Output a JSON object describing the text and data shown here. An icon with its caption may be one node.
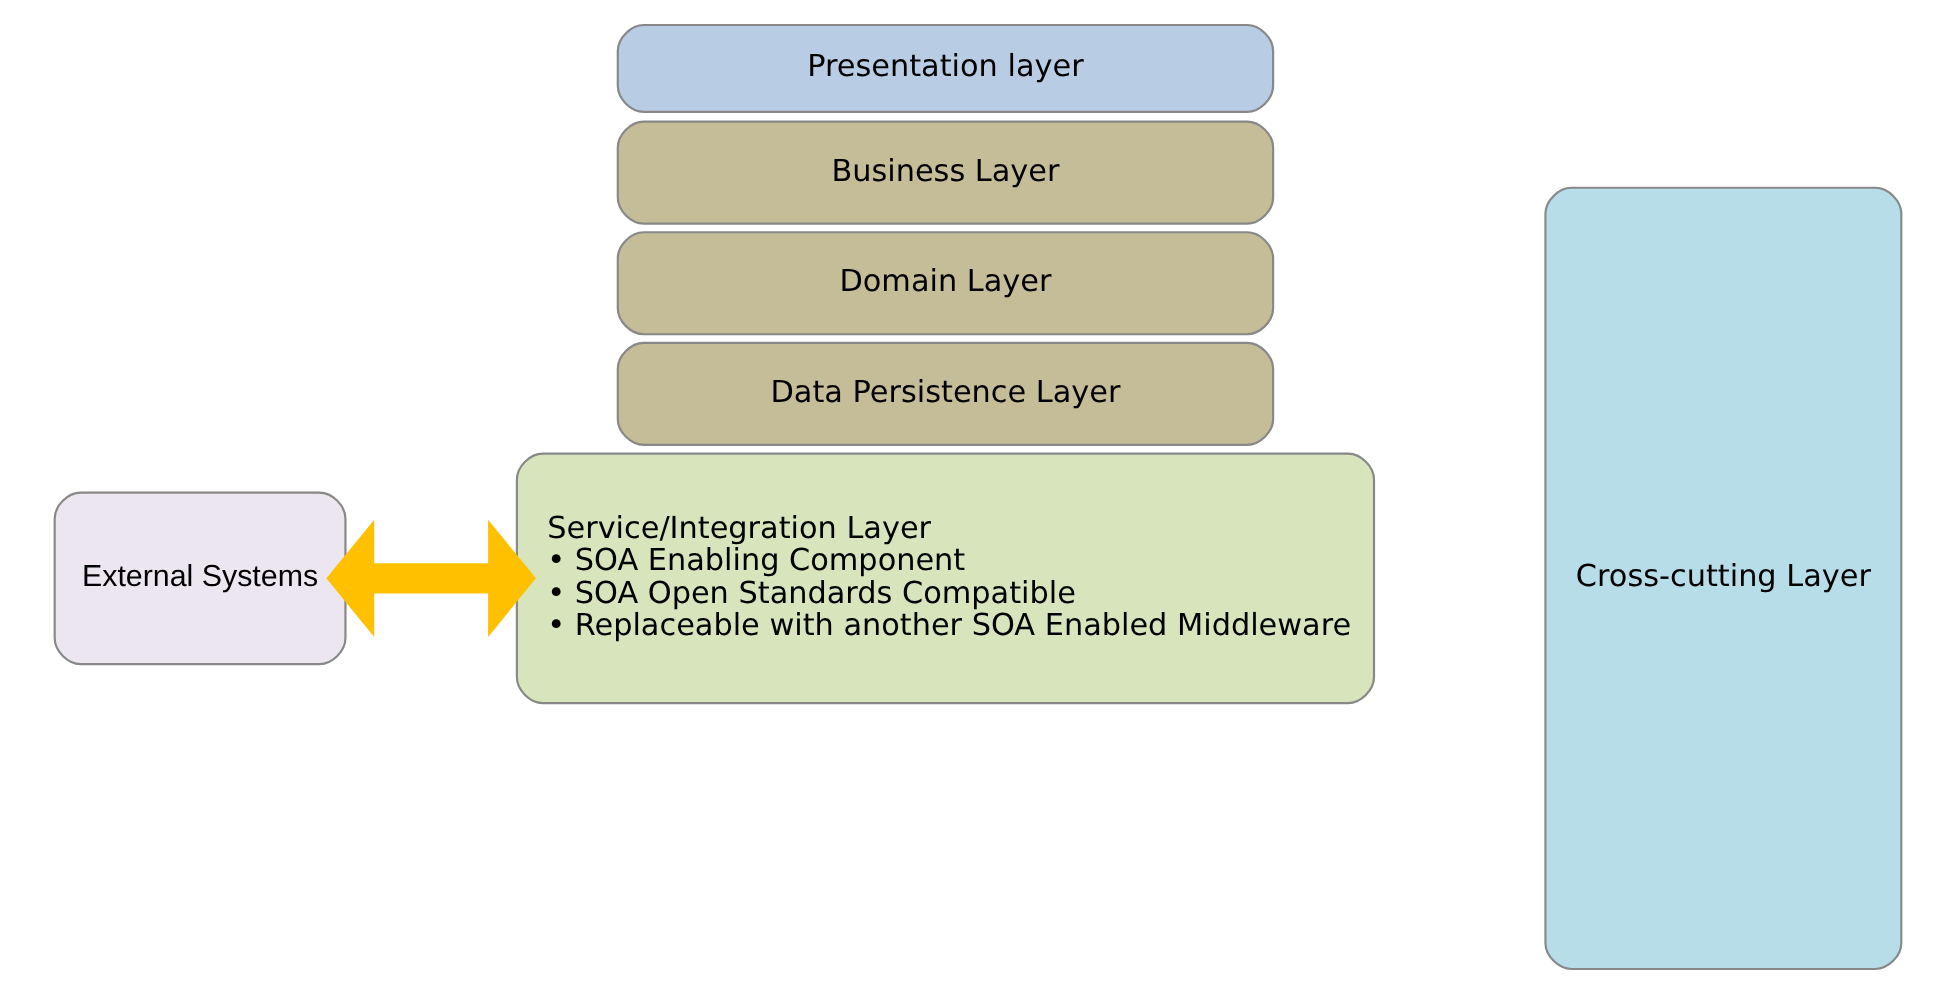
{
  "diagram": {
    "nodes": [
      {
        "text": [
          "External Systems"
        ]
      },
      {
        "text": [
          "Presentation layer"
        ]
      },
      {
        "text": [
          "Service/Integration Layer",
          "• SOA Enabling Component",
          "• SOA Open Standards Compatible",
          "• Replaceable with another SOA Enabled Middleware"
        ]
      },
      {
        "text": [
          "Business Layer"
        ]
      },
      {
        "text": [
          "Domain Layer"
        ]
      },
      {
        "text": [
          "Data Persistence Layer"
        ]
      },
      {
        "text": [
          "Cross-cutting Layer"
        ]
      }
    ],
    "edges": [
      {
        "from": 0,
        "to": 2,
        "arrow": "both",
        "color": "#ffc000"
      }
    ]
  }
}
